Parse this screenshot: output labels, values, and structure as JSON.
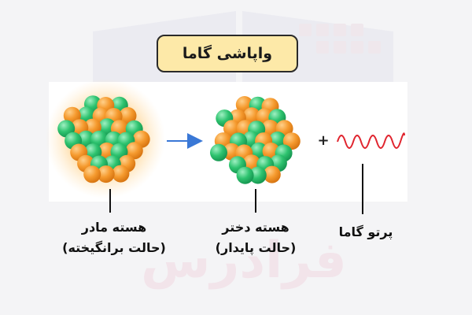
{
  "title": "واپاشی گاما",
  "plus_sign": "+",
  "labels": {
    "mother_name": "هسته مادر",
    "mother_state": "(حالت برانگیخته)",
    "daughter_name": "هسته دختر",
    "daughter_state": "(حالت پایدار)",
    "gamma_ray": "پرتو گاما"
  },
  "watermark_text": "فرادرس",
  "colors": {
    "title_bg": "#fde9a8",
    "proton": "#f59a2e",
    "neutron": "#2ec36f",
    "arrow": "#3a78d6",
    "wave": "#e0242e",
    "excited_glow": "#ffb347"
  }
}
